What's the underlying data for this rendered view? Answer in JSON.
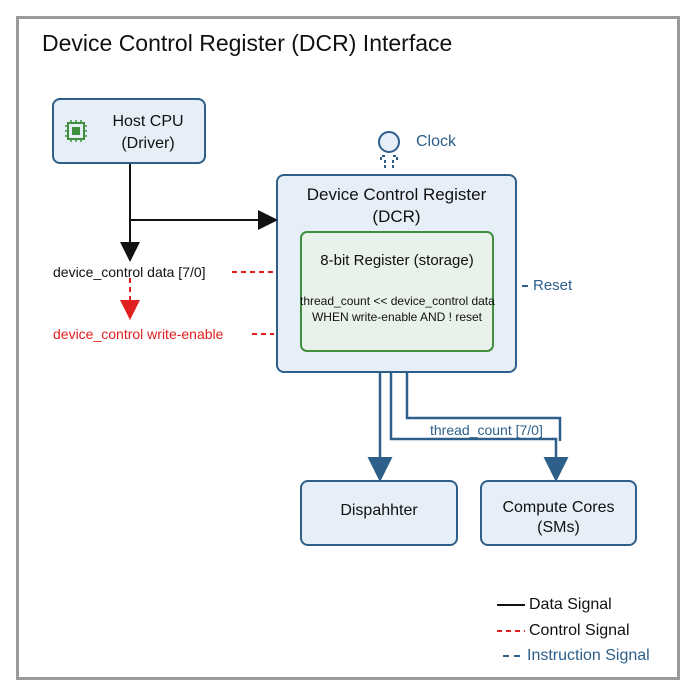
{
  "title": "Device Control Register (DCR) Interface",
  "host": {
    "line1": "Host CPU",
    "line2": "(Driver)",
    "icon": "chip-icon"
  },
  "clock": {
    "label": "Clock",
    "icon": "clock-circle-icon"
  },
  "dcr": {
    "line1": "Device Control Register",
    "line2": "(DCR)"
  },
  "register": {
    "title": "8-bit Register (storage)",
    "desc_line1": "thread_count << device_control data",
    "desc_line2": "WHEN write-enable AND ! reset"
  },
  "reset": {
    "label": "Reset"
  },
  "signals": {
    "data": "device_control data [7/0]",
    "write_enable": "device_control write-enable",
    "thread_count": "thread_count [7/0]"
  },
  "dispatcher": {
    "label": "Dispahhter"
  },
  "cores": {
    "line1": "Compute Cores",
    "line2": "(SMs)"
  },
  "legend": {
    "data": "Data Signal",
    "control": "Control Signal",
    "instruction": "Instruction Signal"
  },
  "colors": {
    "data": "#111111",
    "control": "#e02020",
    "instruction": "#2d5f8a",
    "register": "#3f8f3f"
  }
}
